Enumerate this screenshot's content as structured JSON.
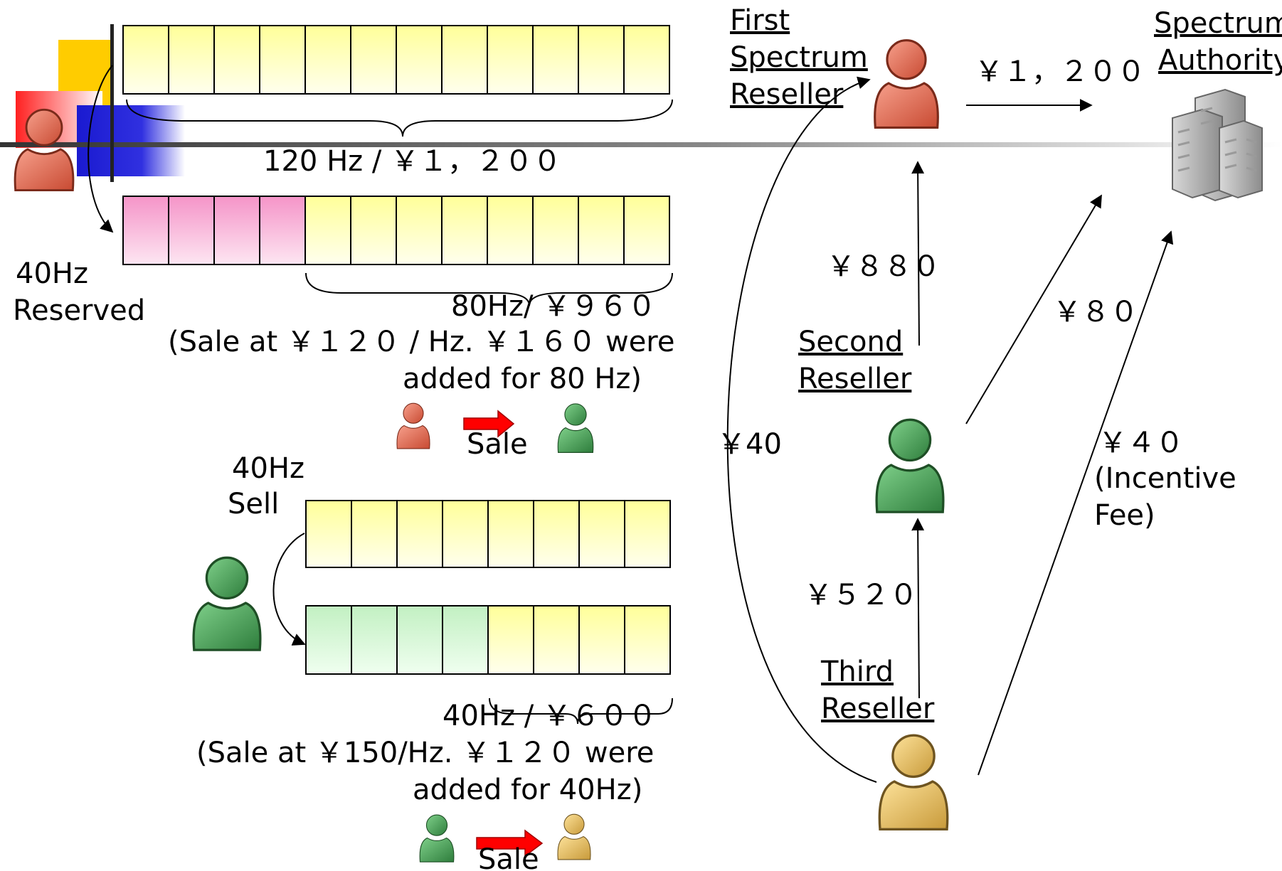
{
  "labels": {
    "first_reseller": [
      "First",
      "Spectrum",
      "Reseller"
    ],
    "authority": [
      "Spectrum",
      "Authority"
    ],
    "second_reseller": [
      "Second",
      "Reseller"
    ],
    "third_reseller": [
      "Third",
      "Reseller"
    ],
    "reserved": [
      "40Hz",
      "Reserved"
    ],
    "sell": [
      "40Hz",
      "Sell"
    ],
    "band1_total": "120 Hz / ￥１，２００",
    "band2_total": "80Hz/ ￥９６０",
    "band2_note": [
      "(Sale at ￥１２０ / Hz.  ￥１６０ were",
      "added for 80 Hz)"
    ],
    "band3_total": "40Hz / ￥６００",
    "band3_note": [
      "(Sale at ￥150/Hz.  ￥１２０ were",
      "added for 40Hz)"
    ],
    "sale": "Sale"
  },
  "payments": {
    "first_to_authority": "￥１，２００",
    "second_to_first": "￥８８０",
    "second_to_authority": "￥８０",
    "third_to_second": "￥５２０",
    "third_to_first": "￥40",
    "third_to_authority": [
      "￥４０",
      "(Incentive",
      "Fee)"
    ]
  },
  "colors": {
    "red_person": "#e07058",
    "green_person": "#3f9a4e",
    "tan_person": "#e6b85e",
    "slot_yellow": "#ffffcc",
    "slot_pink": "#f7a8cf",
    "slot_green": "#ccf2cc",
    "sale_arrow": "#ff0000"
  }
}
